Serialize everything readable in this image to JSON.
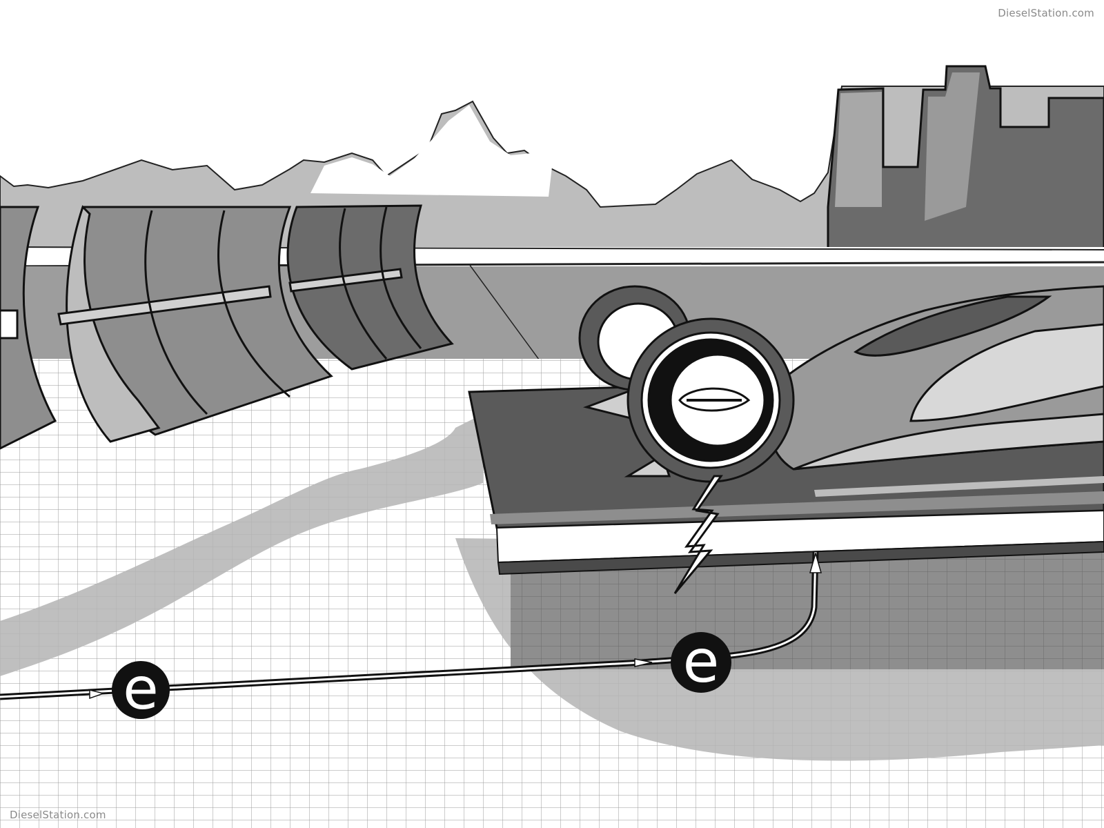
{
  "watermark_top": "DieselStation.com",
  "watermark_bottom": "DieselStation.com",
  "energy_label_1": "e",
  "energy_label_2": "e",
  "colors": {
    "background": "#ffffff",
    "light_gray": "#bdbdbd",
    "mid_gray": "#8f8f8f",
    "dark_gray": "#5a5a5a",
    "black": "#111111",
    "watermark": "#8a8a8a"
  }
}
